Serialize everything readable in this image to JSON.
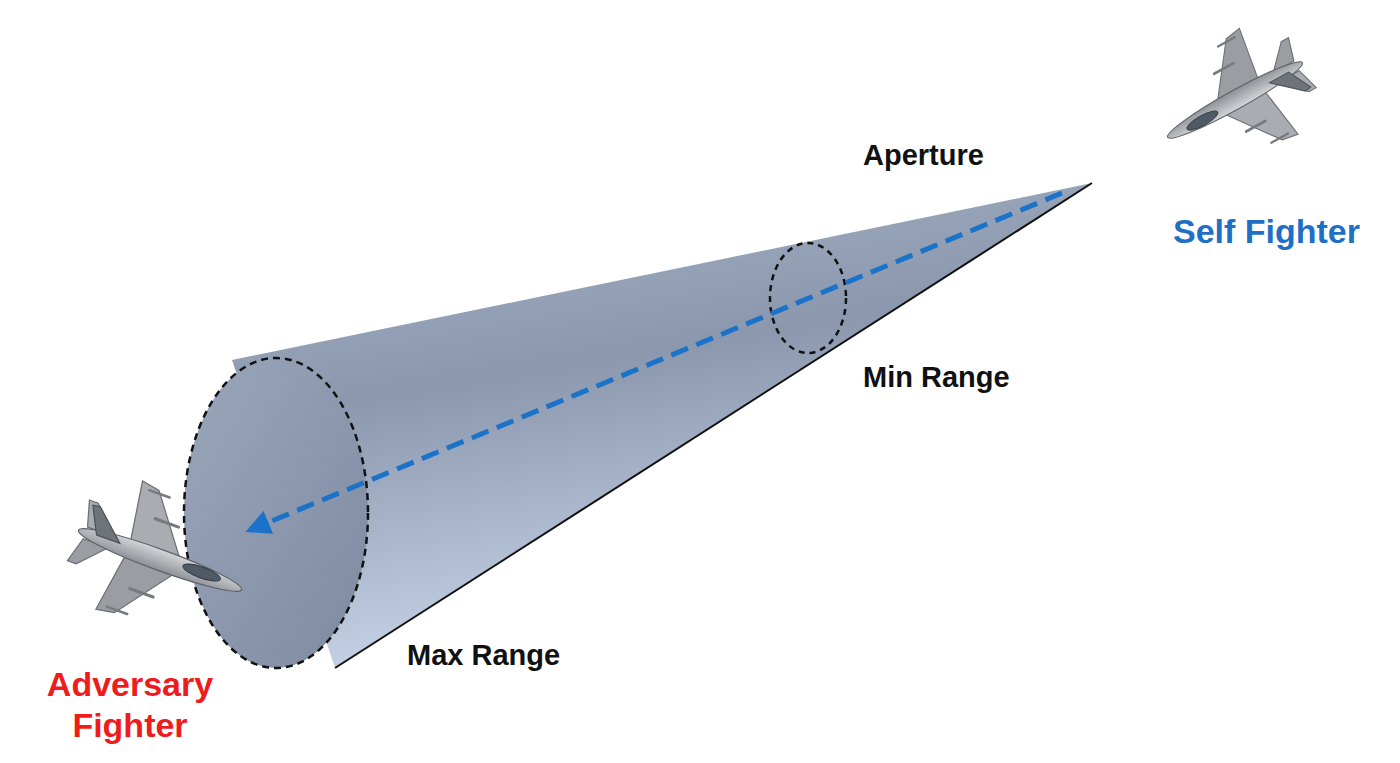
{
  "diagram": {
    "labels": [
      "Aperture",
      "Min Range",
      "Max Range",
      "Self Fighter",
      "Adversary Fighter"
    ]
  }
}
